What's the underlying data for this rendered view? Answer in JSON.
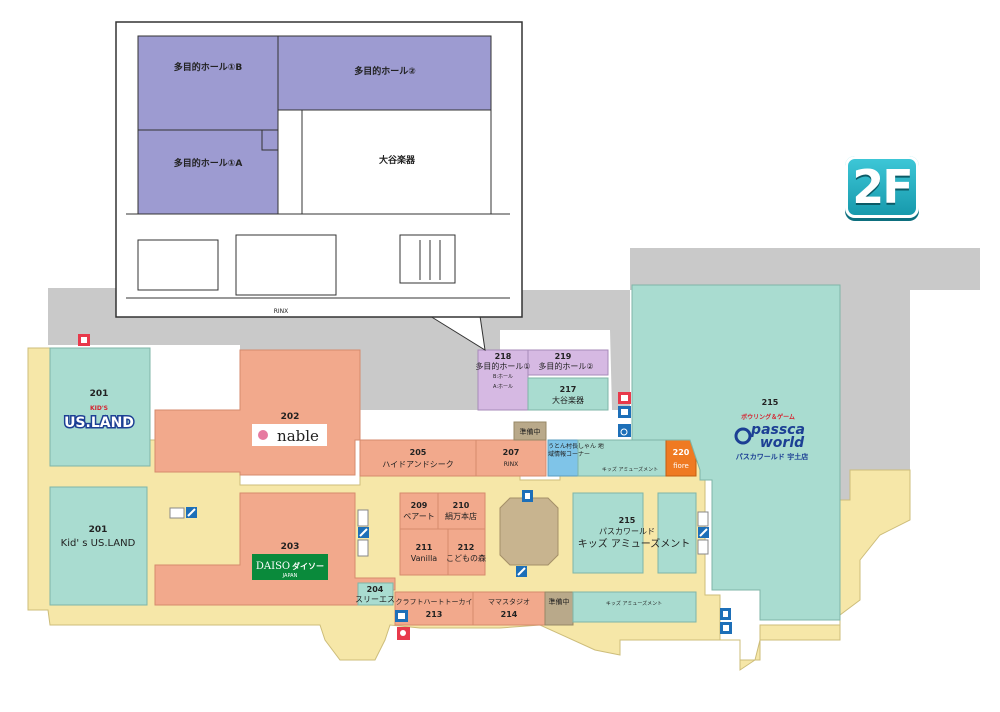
{
  "floor": "2F",
  "colors": {
    "mall_floor": "#f6e7a8",
    "back_area": "#c9c9c9",
    "tenant_salmon": "#f2a98c",
    "tenant_teal": "#a9dcd0",
    "hall_purple": "#9f98cc",
    "hall_lilac": "#d6b9e3",
    "fiore_orange": "#ef7a22",
    "construction": "#b9a98a",
    "plaza": "#c8b48f",
    "inset_hall": "#9d9bd1"
  },
  "inset": {
    "hall_1b": "多目的ホール①B",
    "hall_2": "多目的ホール②",
    "hall_1a": "多目的ホール①A",
    "otani": "大谷楽器",
    "rinx": "RINX"
  },
  "units": {
    "u201_top": {
      "num": "201",
      "logo": "US.LAND",
      "logo_sub": "KID'S"
    },
    "u201_bottom": {
      "num": "201",
      "name": "Kid' s US.LAND"
    },
    "u202": {
      "num": "202",
      "logo": "nable"
    },
    "u203": {
      "num": "203",
      "logo": "DAISO",
      "logo_jp": "ダイソー",
      "logo_sub": "JAPAN"
    },
    "u204": {
      "num": "204",
      "name": "スリーエス"
    },
    "u205": {
      "num": "205",
      "name": "ハイドアンドシーク"
    },
    "u207": {
      "num": "207",
      "name": "RINX"
    },
    "u209": {
      "num": "209",
      "name": "ベアート"
    },
    "u210": {
      "num": "210",
      "name": "絹万本店"
    },
    "u211": {
      "num": "211",
      "name": "Vanilla"
    },
    "u212": {
      "num": "212",
      "name": "こどもの森"
    },
    "u213": {
      "num": "213",
      "name": "クラフトハートトーカイ"
    },
    "u214": {
      "num": "214",
      "name": "ママスタジオ"
    },
    "u215_mid": {
      "num": "215",
      "name": "パスカワールド",
      "sub": "キッズ アミューズメント"
    },
    "u215_big": {
      "num": "215",
      "logo1": "ボウリング＆ゲーム",
      "logo2": "passca",
      "logo3": "world",
      "logo4": "パスカワールド 宇土店"
    },
    "u217": {
      "num": "217",
      "name": "大谷楽器"
    },
    "u218": {
      "num": "218",
      "name": "多目的ホール①",
      "sub1": "B:ホール",
      "sub2": "A:ホール"
    },
    "u219": {
      "num": "219",
      "name": "多目的ホール②"
    },
    "u220": {
      "num": "220",
      "name": "fiore"
    },
    "kids_amuse_small": "キッズ アミューズメント",
    "kids_amuse_bottom": "キッズ アミューズメント",
    "info_corner": "うとん村長しゃん 地域情報コーナー",
    "prep1": "準備中",
    "prep2": "準備中"
  },
  "icons": [
    "restroom-icon",
    "escalator-icon",
    "elevator-icon",
    "wheelchair-icon",
    "baby-room-icon"
  ]
}
